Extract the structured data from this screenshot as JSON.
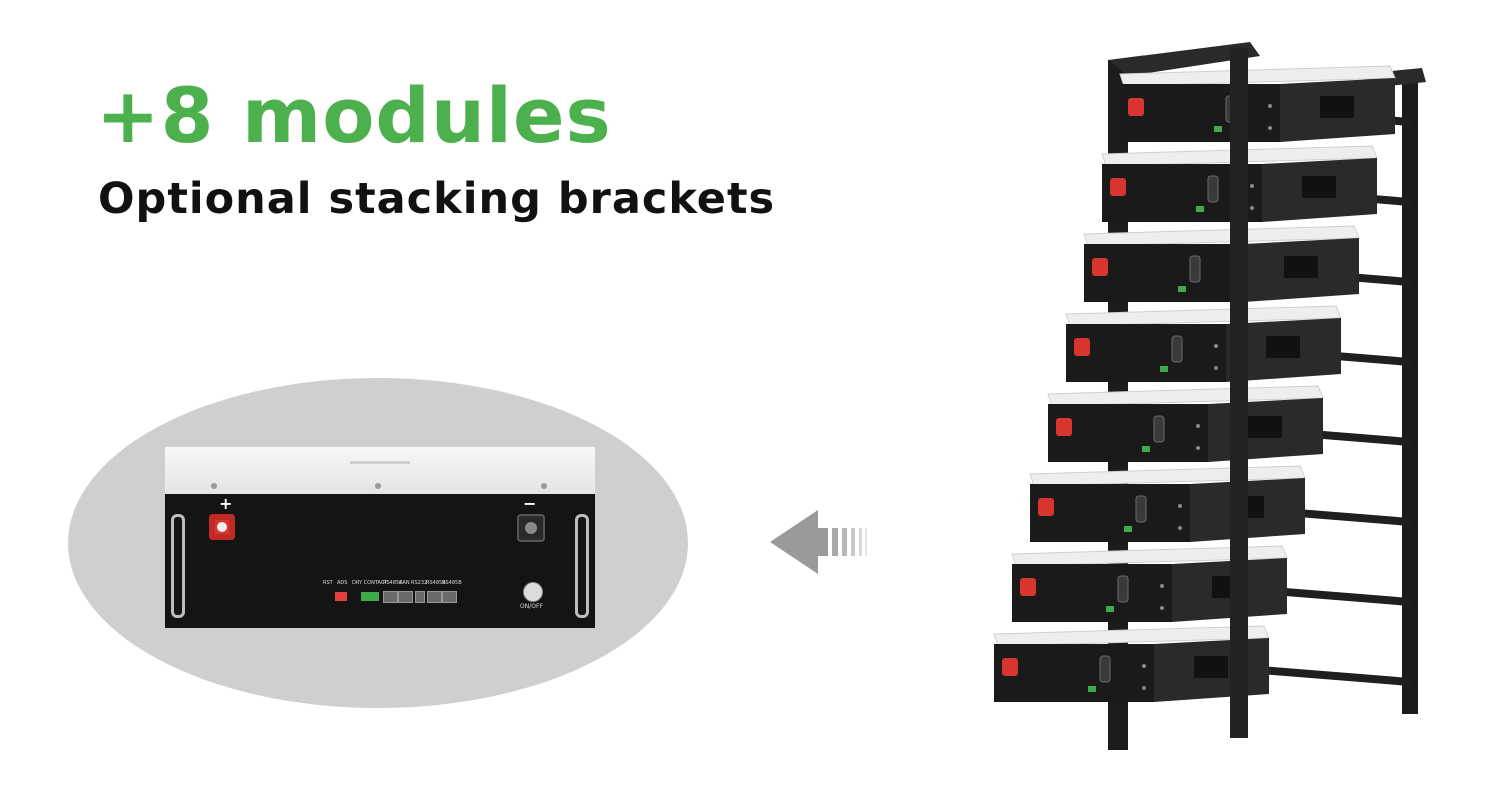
{
  "headline": "+8 modules",
  "subline": "Optional stacking brackets",
  "colors": {
    "headline": "#4cb04c",
    "subline": "#111111",
    "ellipse": "#cfcfcf",
    "module_face": "#141414",
    "terminal_positive": "#d8352f"
  },
  "module": {
    "positive_sign": "+",
    "negative_sign": "−",
    "ports": [
      "RST",
      "ADS",
      "DRY CONTACT",
      "RS485A",
      "CAN",
      "RS232",
      "RS485B",
      "RS485B"
    ],
    "power_label": "ON/OFF"
  },
  "stack": {
    "module_count": 8
  }
}
